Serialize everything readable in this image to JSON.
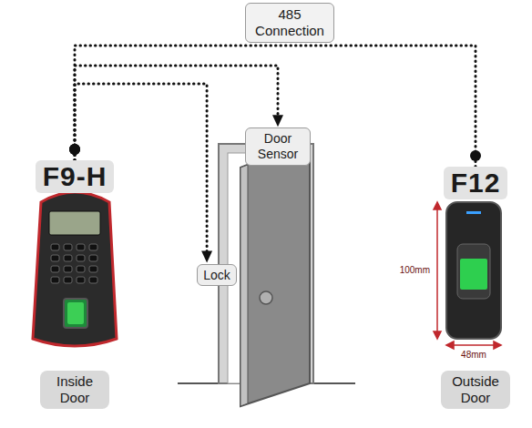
{
  "diagram": {
    "nodes": [
      {
        "text": [
          "485 Connection"
        ]
      },
      {
        "text": [
          "F9-H"
        ]
      },
      {
        "text": [
          "Door Sensor"
        ]
      },
      {
        "text": [
          "Lock"
        ]
      },
      {
        "text": [
          "F12"
        ]
      },
      {
        "text": [
          "Inside Door"
        ]
      },
      {
        "text": [
          "Outside Door"
        ]
      }
    ],
    "edges": [
      {
        "from": 1,
        "to": 4,
        "arrow": "none"
      },
      {
        "from": 1,
        "to": 2,
        "arrow": "to"
      },
      {
        "from": 1,
        "to": 3,
        "arrow": "to"
      }
    ],
    "labels": [
      "100mm",
      "48mm"
    ]
  }
}
